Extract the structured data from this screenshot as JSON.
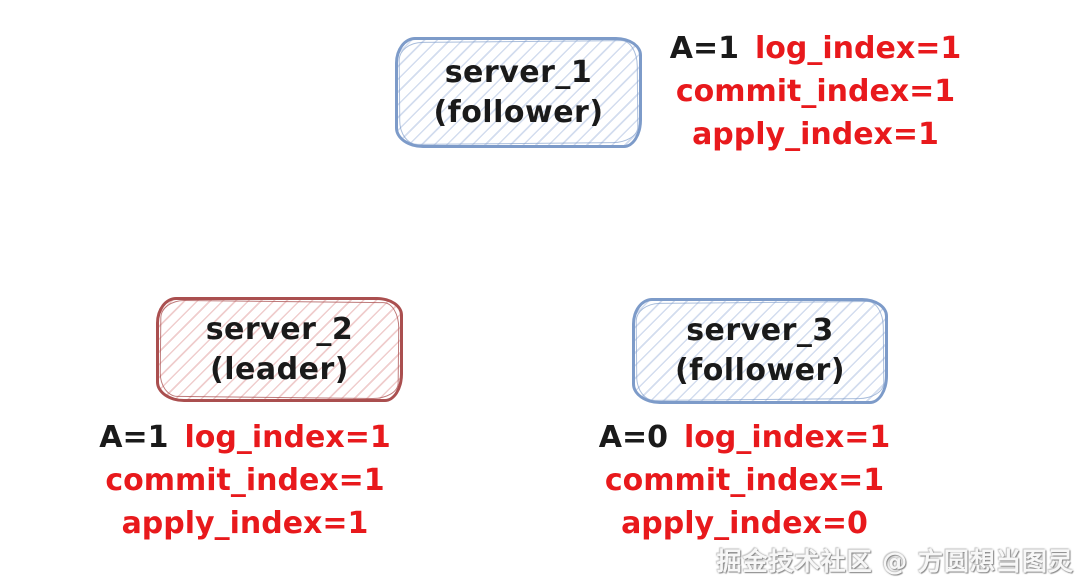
{
  "diagram": {
    "title": "raft-cluster-state-diagram",
    "servers": [
      {
        "name": "server_1",
        "role": "(follower)",
        "variant": "follower",
        "a_value": "A=1",
        "state_lines": [
          "log_index=1",
          "commit_index=1",
          "apply_index=1"
        ]
      },
      {
        "name": "server_2",
        "role": "(leader)",
        "variant": "leader",
        "a_value": "A=1",
        "state_lines": [
          "log_index=1",
          "commit_index=1",
          "apply_index=1"
        ]
      },
      {
        "name": "server_3",
        "role": "(follower)",
        "variant": "follower",
        "a_value": "A=0",
        "state_lines": [
          "log_index=1",
          "commit_index=1",
          "apply_index=0"
        ]
      }
    ],
    "watermark": "掘金技术社区 @ 方圆想当图灵",
    "colors": {
      "follower_border": "#7d9bc9",
      "leader_border": "#aa4f4f",
      "state_text_red": "#e8191c",
      "label_text_black": "#1a1a1a",
      "background": "#ffffff"
    }
  }
}
